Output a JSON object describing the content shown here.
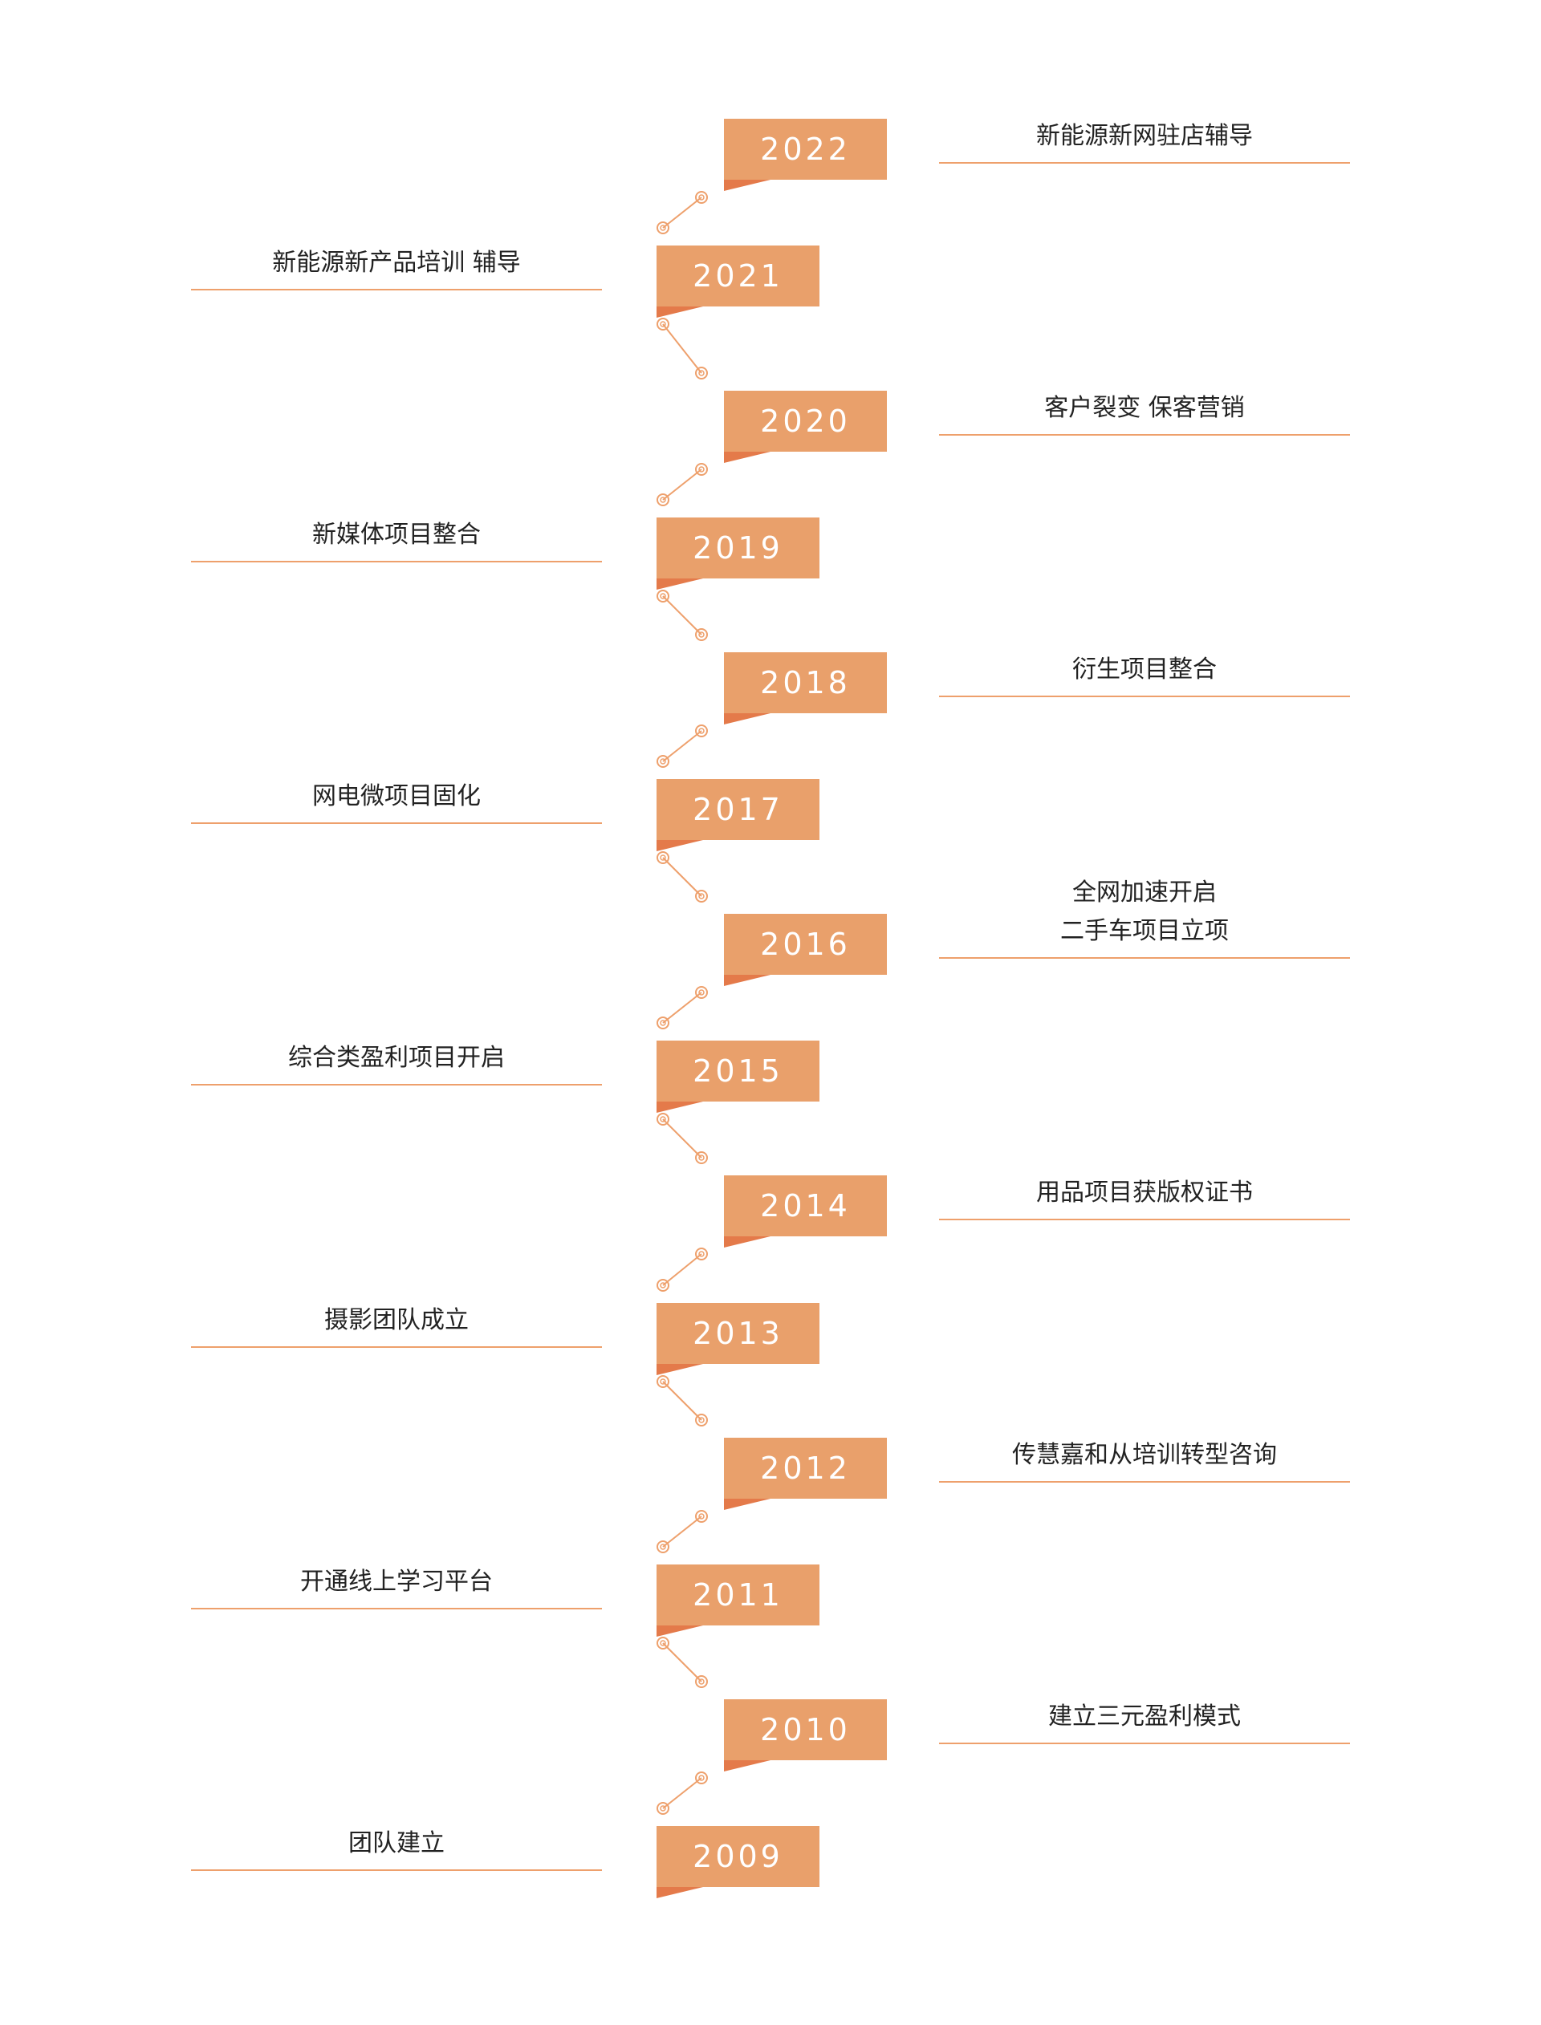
{
  "timeline": {
    "accent_color": "#e9a06b",
    "fold_color": "#e47a4a",
    "line_color": "#eea06c",
    "text_color": "#222222",
    "events": [
      {
        "year": "2022",
        "text": "新能源新网驻店辅导",
        "side": "right"
      },
      {
        "year": "2021",
        "text": "新能源新产品培训 辅导",
        "side": "left"
      },
      {
        "year": "2020",
        "text": "客户裂变  保客营销",
        "side": "right"
      },
      {
        "year": "2019",
        "text": "新媒体项目整合",
        "side": "left"
      },
      {
        "year": "2018",
        "text": "衍生项目整合",
        "side": "right"
      },
      {
        "year": "2017",
        "text": "网电微项目固化",
        "side": "left"
      },
      {
        "year": "2016",
        "text": "全网加速开启\n二手车项目立项",
        "side": "right"
      },
      {
        "year": "2015",
        "text": "综合类盈利项目开启",
        "side": "left"
      },
      {
        "year": "2014",
        "text": "用品项目获版权证书",
        "side": "right"
      },
      {
        "year": "2013",
        "text": "摄影团队成立",
        "side": "left"
      },
      {
        "year": "2012",
        "text": "传慧嘉和从培训转型咨询",
        "side": "right"
      },
      {
        "year": "2011",
        "text": "开通线上学习平台",
        "side": "left"
      },
      {
        "year": "2010",
        "text": "建立三元盈利模式",
        "side": "right"
      },
      {
        "year": "2009",
        "text": "团队建立",
        "side": "left"
      }
    ]
  }
}
